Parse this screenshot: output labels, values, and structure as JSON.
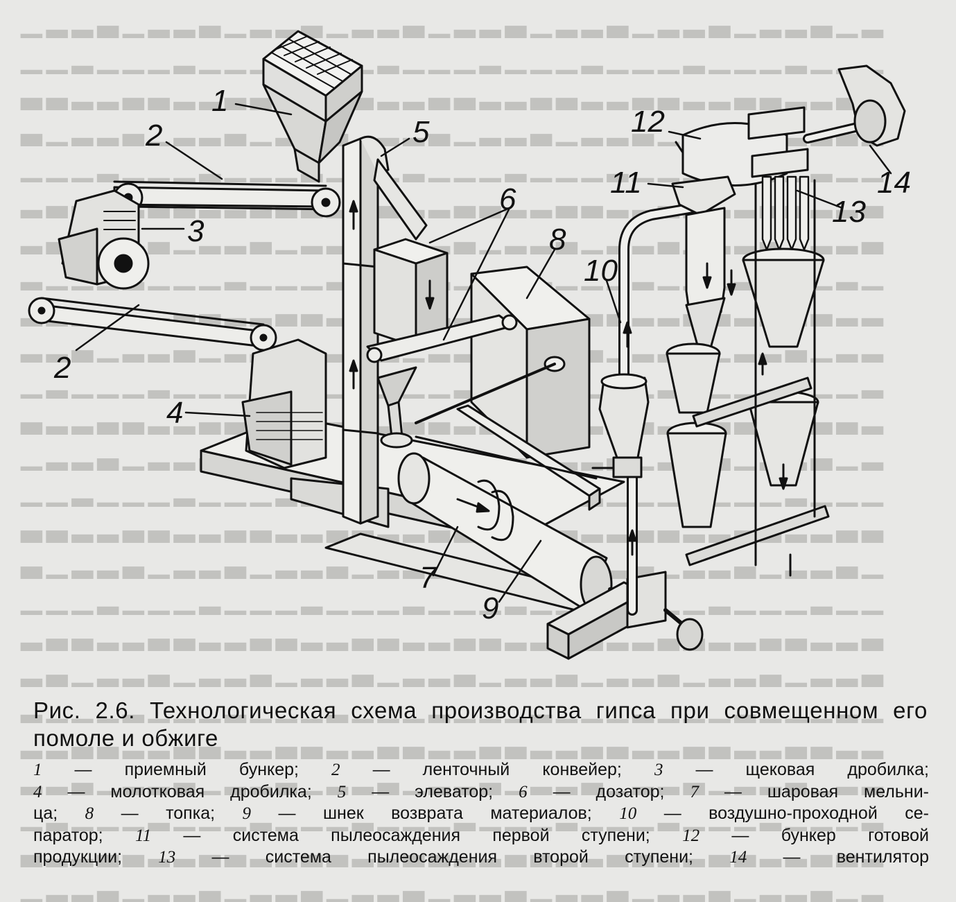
{
  "figure": {
    "labels": [
      {
        "id": "1",
        "text": "1"
      },
      {
        "id": "2a",
        "text": "2"
      },
      {
        "id": "2b",
        "text": "2"
      },
      {
        "id": "3",
        "text": "3"
      },
      {
        "id": "4",
        "text": "4"
      },
      {
        "id": "5",
        "text": "5"
      },
      {
        "id": "6",
        "text": "6"
      },
      {
        "id": "7",
        "text": "7"
      },
      {
        "id": "8",
        "text": "8"
      },
      {
        "id": "9",
        "text": "9"
      },
      {
        "id": "10",
        "text": "10"
      },
      {
        "id": "11",
        "text": "11"
      },
      {
        "id": "12",
        "text": "12"
      },
      {
        "id": "13",
        "text": "13"
      },
      {
        "id": "14",
        "text": "14"
      }
    ]
  },
  "caption": {
    "title": "Рис. 2.6. Технологическая схема производства гипса при совмещенном его помоле и обжиге"
  },
  "legend": {
    "items": [
      {
        "num": "1",
        "text": "приемный бункер;"
      },
      {
        "num": "2",
        "text": "ленточный конвейер;"
      },
      {
        "num": "3",
        "text": "щековая дробилка;"
      },
      {
        "num": "4",
        "text": "молотковая дробилка;"
      },
      {
        "num": "5",
        "text": "элеватор;"
      },
      {
        "num": "6",
        "text": "дозатор;"
      },
      {
        "num": "7",
        "text": "шаровая мельница;"
      },
      {
        "num": "8",
        "text": "топка;"
      },
      {
        "num": "9",
        "text": "шнек возврата материалов;"
      },
      {
        "num": "10",
        "text": "воздушно-проходной сепаратор;"
      },
      {
        "num": "11",
        "text": "система пылеосаждения первой ступени;"
      },
      {
        "num": "12",
        "text": "бункер готовой продукции;"
      },
      {
        "num": "13",
        "text": "система пылеосаждения второй ступени;"
      },
      {
        "num": "14",
        "text": "вентилятор"
      }
    ],
    "lines": [
      [
        "1 — приемный бункер;",
        "2 — ленточный конвейер;",
        "3 — щековая дробилка;"
      ],
      [
        "4 — молотковая дробилка;",
        "5 — элеватор;",
        "6 — дозатор;",
        "7 — шаровая мельни-"
      ],
      [
        "ца;",
        "8 — топка;",
        "9 — шнек возврата материалов;",
        "10 — воздушно-проходной се-"
      ],
      [
        "паратор;",
        "11 — система пылеосаждения первой ступени;",
        "12 — бункер готовой"
      ],
      [
        "продукции;",
        "13 — система пылеосаждения второй ступени;",
        "14 — вентилятор"
      ]
    ]
  }
}
